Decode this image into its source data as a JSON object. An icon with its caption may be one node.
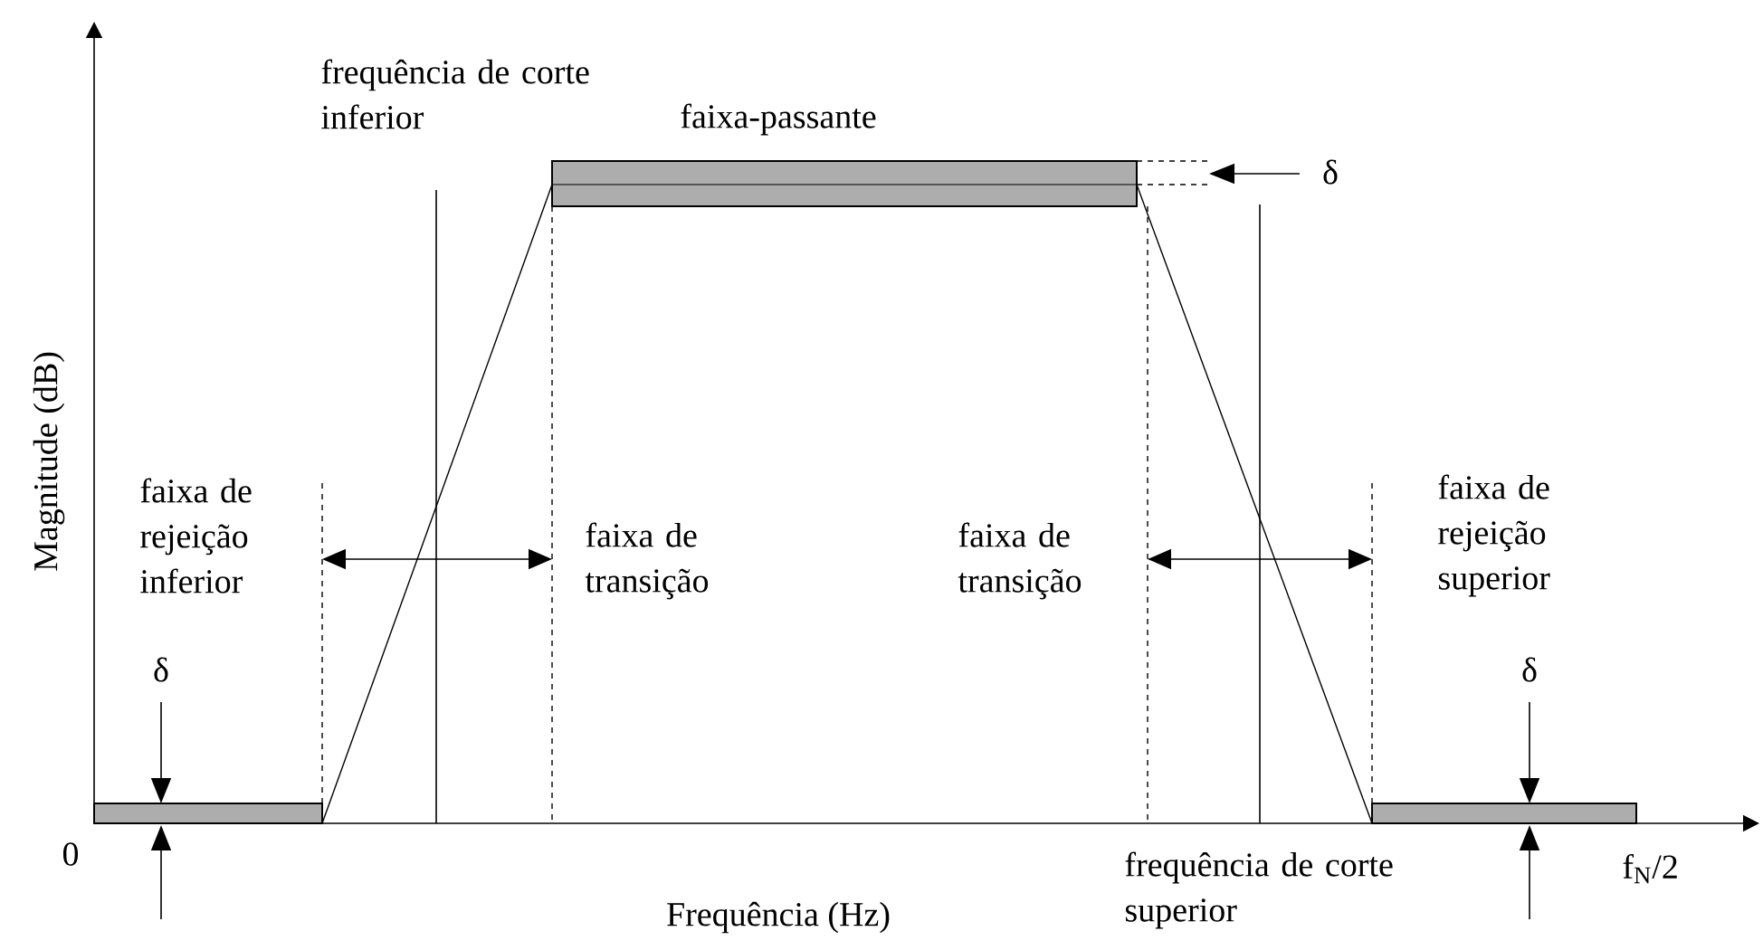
{
  "diagram": {
    "labels": [
      "frequência de corte inferior",
      "faixa-passante",
      "δ",
      "Magnitude (dB)",
      "faixa de rejeição inferior",
      "faixa de transição",
      "faixa de transição",
      "faixa de rejeição superior",
      "δ",
      "δ",
      "0",
      "f$_{N}$/2",
      "frequência de corte superior",
      "Frequência (Hz)"
    ]
  }
}
